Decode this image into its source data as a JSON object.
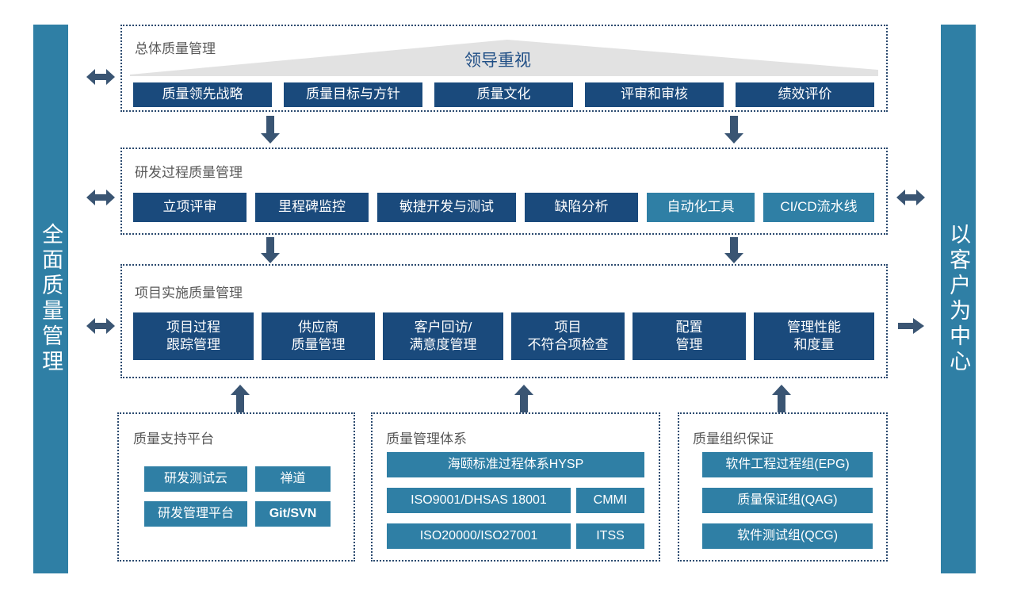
{
  "pillars": {
    "left": {
      "label": "全面质量管理",
      "color": "#2f7fa5"
    },
    "right": {
      "label": "以客户为中心",
      "color": "#2f7fa5"
    }
  },
  "wedge": {
    "label": "领导重视",
    "fill": "#e2e2e2",
    "text_color": "#1f4e85"
  },
  "palette": {
    "navy": "#1a4a7c",
    "teal": "#2f7fa5",
    "dotted_border": "#2b4a6f",
    "title_gray": "#595959"
  },
  "bands": [
    {
      "title": "总体质量管理",
      "items": [
        {
          "label": "质量领先战略",
          "color": "navy"
        },
        {
          "label": "质量目标与方针",
          "color": "navy"
        },
        {
          "label": "质量文化",
          "color": "navy"
        },
        {
          "label": "评审和审核",
          "color": "navy"
        },
        {
          "label": "绩效评价",
          "color": "navy"
        }
      ]
    },
    {
      "title": "研发过程质量管理",
      "items": [
        {
          "label": "立项评审",
          "color": "navy"
        },
        {
          "label": "里程碑监控",
          "color": "navy"
        },
        {
          "label": "敏捷开发与测试",
          "color": "navy"
        },
        {
          "label": "缺陷分析",
          "color": "navy"
        },
        {
          "label": "自动化工具",
          "color": "teal"
        },
        {
          "label": "CI/CD流水线",
          "color": "teal"
        }
      ]
    },
    {
      "title": "项目实施质量管理",
      "items": [
        {
          "label": "项目过程\n跟踪管理",
          "color": "navy"
        },
        {
          "label": "供应商\n质量管理",
          "color": "navy"
        },
        {
          "label": "客户回访/\n满意度管理",
          "color": "navy"
        },
        {
          "label": "项目\n不符合项检查",
          "color": "navy"
        },
        {
          "label": "配置\n管理",
          "color": "navy"
        },
        {
          "label": "管理性能\n和度量",
          "color": "navy"
        }
      ]
    }
  ],
  "bottom_panels": [
    {
      "title": "质量支持平台",
      "items": [
        {
          "label": "研发测试云",
          "color": "teal",
          "bold": false
        },
        {
          "label": "禅道",
          "color": "teal",
          "bold": false
        },
        {
          "label": "研发管理平台",
          "color": "teal",
          "bold": false
        },
        {
          "label": "Git/SVN",
          "color": "teal",
          "bold": true
        }
      ]
    },
    {
      "title": "质量管理体系",
      "items": [
        {
          "label": "海颐标准过程体系HYSP",
          "color": "teal",
          "bold": false
        },
        {
          "label": "ISO9001/DHSAS 18001",
          "color": "teal",
          "bold": false
        },
        {
          "label": "CMMI",
          "color": "teal",
          "bold": false
        },
        {
          "label": "ISO20000/ISO27001",
          "color": "teal",
          "bold": false
        },
        {
          "label": "ITSS",
          "color": "teal",
          "bold": false
        }
      ]
    },
    {
      "title": "质量组织保证",
      "items": [
        {
          "label": "软件工程过程组(EPG)",
          "color": "teal",
          "bold": false
        },
        {
          "label": "质量保证组(QAG)",
          "color": "teal",
          "bold": false
        },
        {
          "label": "软件测试组(QCG)",
          "color": "teal",
          "bold": false
        }
      ]
    }
  ],
  "connectors": {
    "left_double_arrows": 3,
    "right_double_arrows": 1,
    "right_single_arrow": 1,
    "down_arrows": 4,
    "up_arrows": 3,
    "color": "#3a5573"
  }
}
